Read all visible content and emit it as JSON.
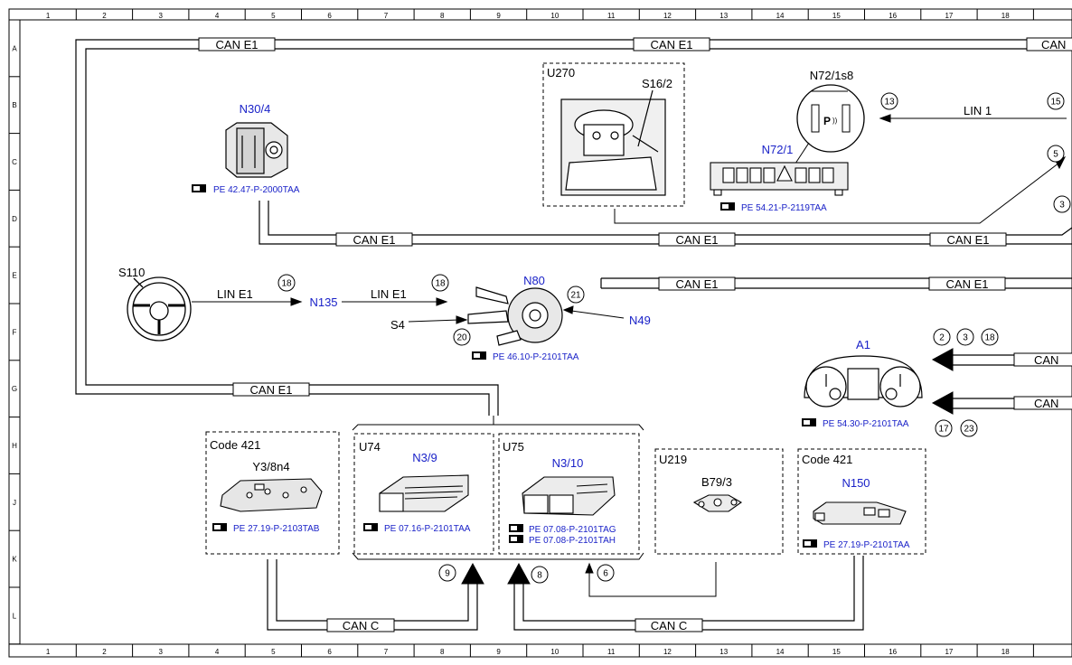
{
  "grid": {
    "columns": [
      "1",
      "2",
      "3",
      "4",
      "5",
      "6",
      "7",
      "8",
      "9",
      "10",
      "11",
      "12",
      "13",
      "14",
      "15",
      "16",
      "17",
      "18"
    ],
    "rows": [
      "A",
      "B",
      "C",
      "D",
      "E",
      "F",
      "G",
      "H",
      "J",
      "K",
      "L"
    ]
  },
  "components": {
    "n30_4": {
      "label": "N30/4",
      "ref": "PE 42.47-P-2000TAA"
    },
    "u270": {
      "label": "U270",
      "sub": "S16/2"
    },
    "n72_1s8": {
      "label": "N72/1s8",
      "icon_text": "P"
    },
    "n72_1": {
      "label": "N72/1",
      "ref": "PE 54.21-P-2119TAA"
    },
    "s110": {
      "label": "S110"
    },
    "n135": {
      "label": "N135"
    },
    "n80": {
      "label": "N80",
      "ref": "PE 46.10-P-2101TAA"
    },
    "s4": {
      "label": "S4"
    },
    "n49": {
      "label": "N49"
    },
    "a1": {
      "label": "A1",
      "ref": "PE 54.30-P-2101TAA"
    },
    "code421_left": {
      "code": "Code 421",
      "label": "Y3/8n4",
      "ref": "PE 27.19-P-2103TAB"
    },
    "u74": {
      "code": "U74",
      "label": "N3/9",
      "ref": "PE 07.16-P-2101TAA"
    },
    "u75": {
      "code": "U75",
      "label": "N3/10",
      "ref1": "PE 07.08-P-2101TAG",
      "ref2": "PE 07.08-P-2101TAH"
    },
    "u219": {
      "code": "U219",
      "label": "B79/3"
    },
    "code421_right": {
      "code": "Code 421",
      "label": "N150",
      "ref": "PE 27.19-P-2101TAA"
    }
  },
  "buses": {
    "can_e1": "CAN E1",
    "can_c": "CAN C",
    "can": "CAN",
    "lin_e1": "LIN E1",
    "lin_1": "LIN 1"
  },
  "markers": {
    "m13": "13",
    "m15": "15",
    "m5": "5",
    "m3": "3",
    "m18a": "18",
    "m18b": "18",
    "m21": "21",
    "m20": "20",
    "m2": "2",
    "m3b": "3",
    "m18c": "18",
    "m17": "17",
    "m23": "23",
    "m9": "9",
    "m8": "8",
    "m6": "6"
  }
}
